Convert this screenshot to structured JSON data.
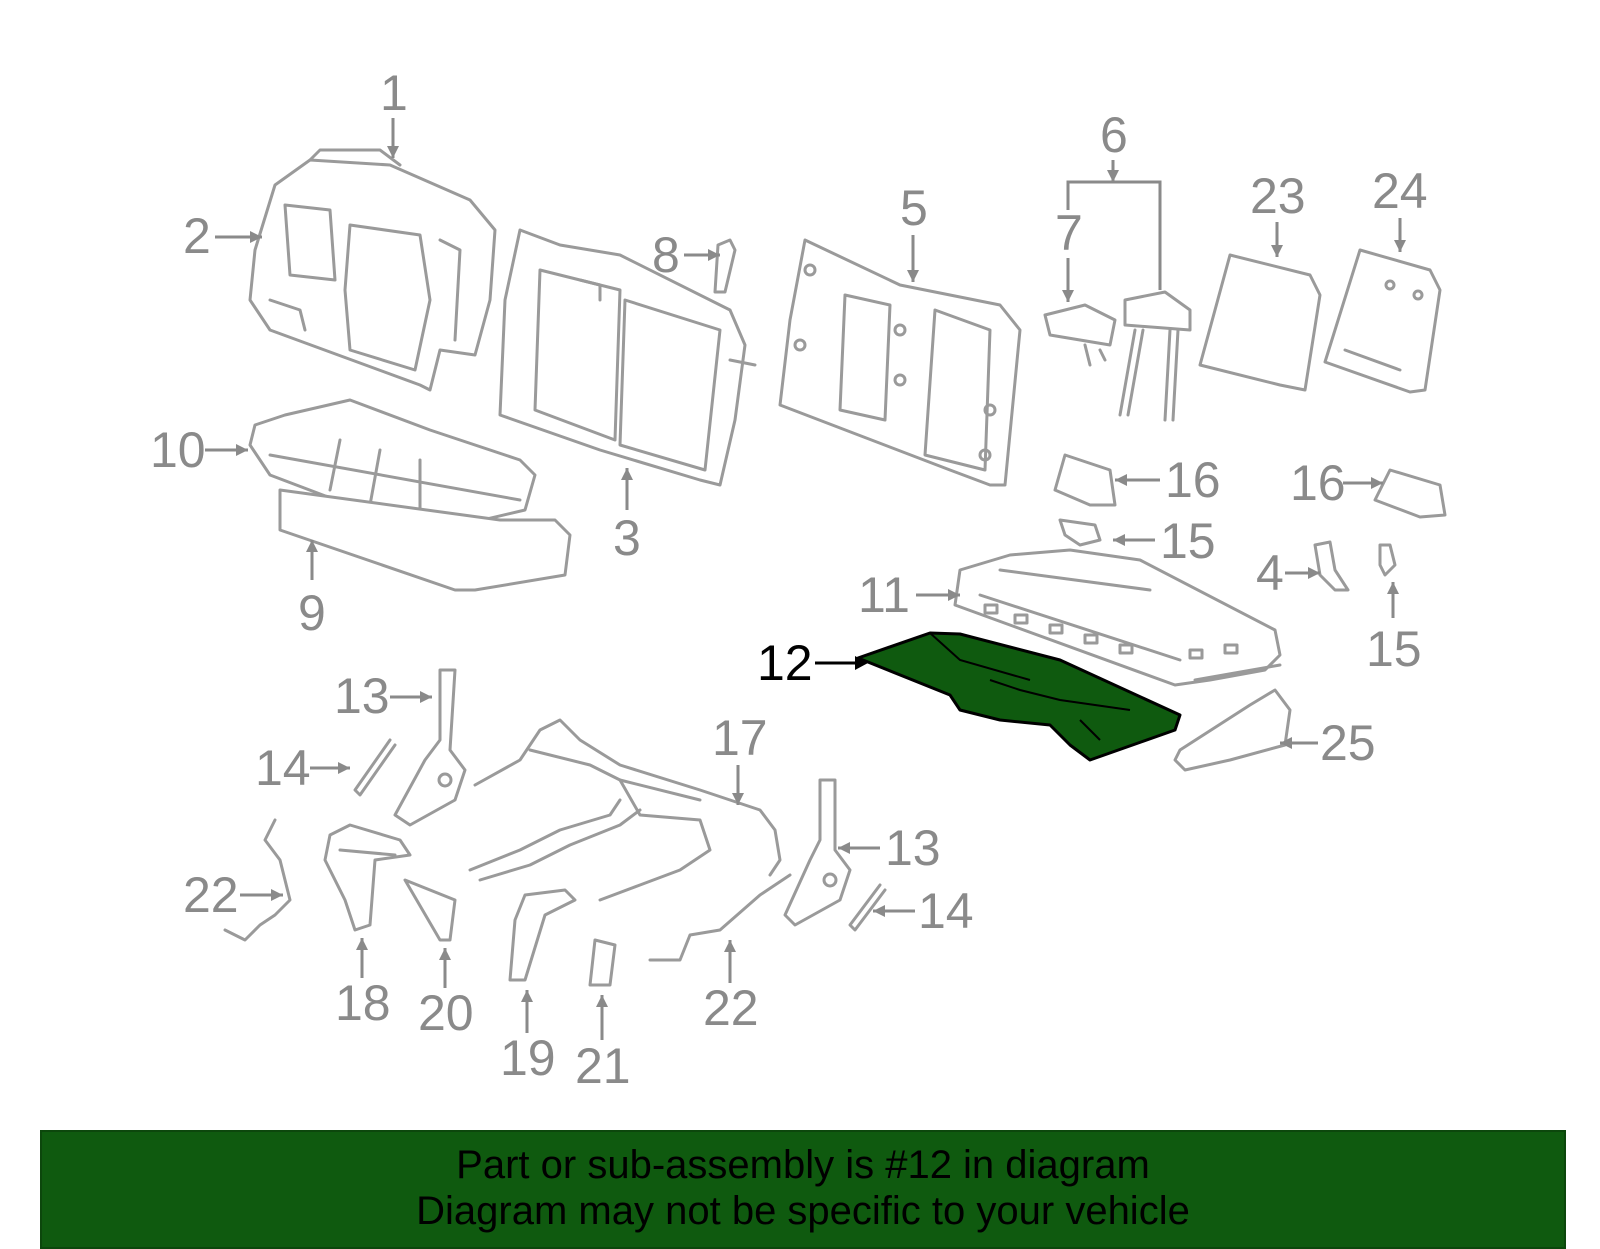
{
  "diagram": {
    "callouts": [
      "1",
      "2",
      "3",
      "4",
      "5",
      "6",
      "7",
      "8",
      "9",
      "10",
      "11",
      "12",
      "13",
      "13",
      "14",
      "14",
      "15",
      "15",
      "16",
      "16",
      "17",
      "18",
      "19",
      "20",
      "21",
      "22",
      "22",
      "23",
      "24",
      "25"
    ],
    "highlight_part": "12",
    "colors": {
      "highlight_fill": "#0f5a0f",
      "part_stroke": "#9a9a9a",
      "callout_text": "#8a8a8a",
      "highlight_text": "#000000"
    }
  },
  "banner": {
    "line1": "Part or sub-assembly is #12 in diagram",
    "line2": "Diagram may not be specific to your vehicle",
    "color": "#0f5a0f"
  }
}
